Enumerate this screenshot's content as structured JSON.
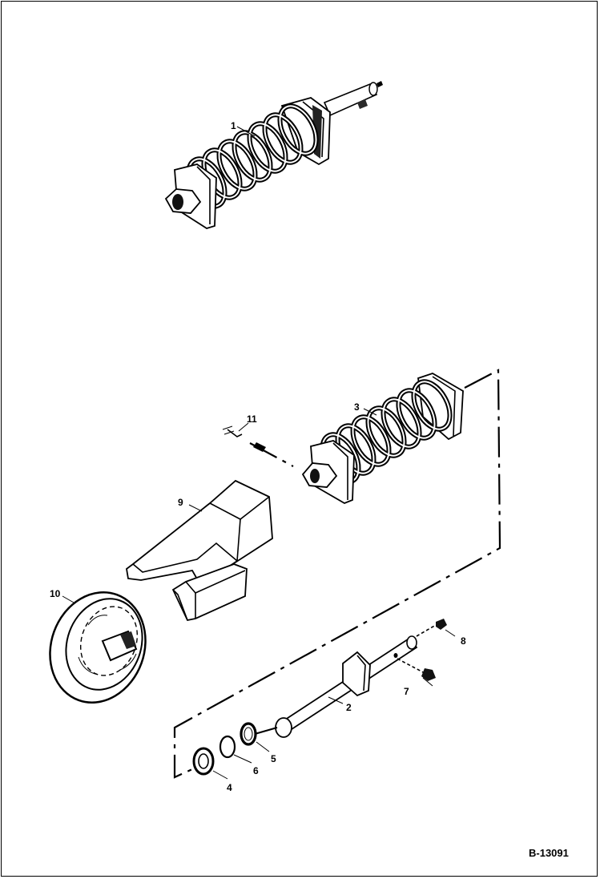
{
  "diagram": {
    "parts": [
      {
        "label": "1"
      },
      {
        "label": "2"
      },
      {
        "label": "3"
      },
      {
        "label": "4"
      },
      {
        "label": "5"
      },
      {
        "label": "6"
      },
      {
        "label": "7"
      },
      {
        "label": "8"
      },
      {
        "label": "9"
      },
      {
        "label": "10"
      },
      {
        "label": "11"
      }
    ],
    "figure_code": "B-13091",
    "colors": {
      "line": "#000000",
      "background": "#ffffff",
      "shade": "#3a3a3a"
    }
  }
}
